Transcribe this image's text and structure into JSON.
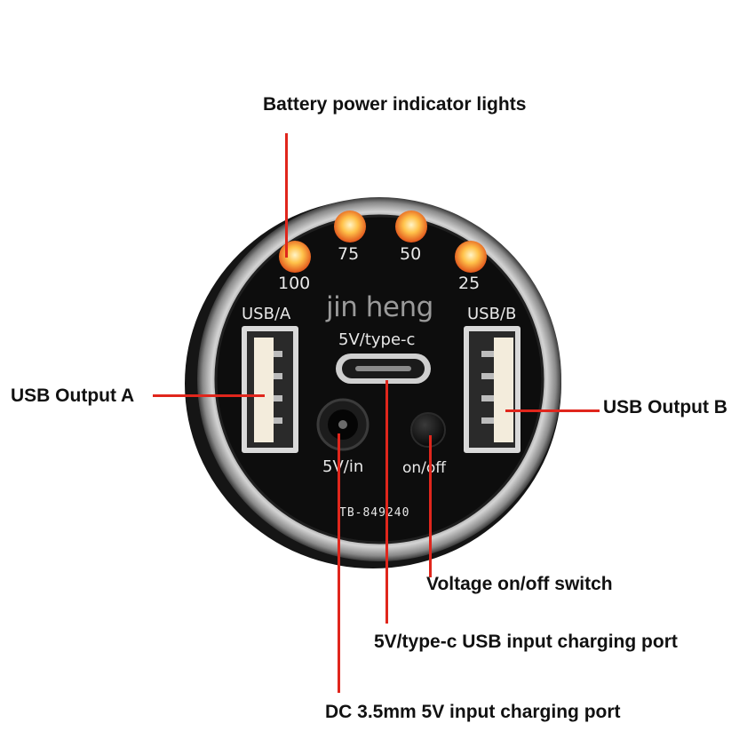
{
  "callouts": {
    "battery_lights": "Battery power indicator lights",
    "usb_a": "USB Output A",
    "usb_b": "USB Output B",
    "switch": "Voltage on/off switch",
    "typec": "5V/type-c USB input charging port",
    "dc": "DC 3.5mm 5V input charging port"
  },
  "board": {
    "led_labels": [
      "100",
      "75",
      "50",
      "25"
    ],
    "brand": "jin heng",
    "typec_label": "5V/type-c",
    "usb_a_label": "USB/A",
    "usb_b_label": "USB/B",
    "dc_label": "5V/in",
    "switch_label": "on/off",
    "model": "TB-849240"
  },
  "colors": {
    "leader": "#e0261c",
    "led": "#ffb43a",
    "board": "#0d0d0d",
    "ring": "#b8b8b8"
  }
}
